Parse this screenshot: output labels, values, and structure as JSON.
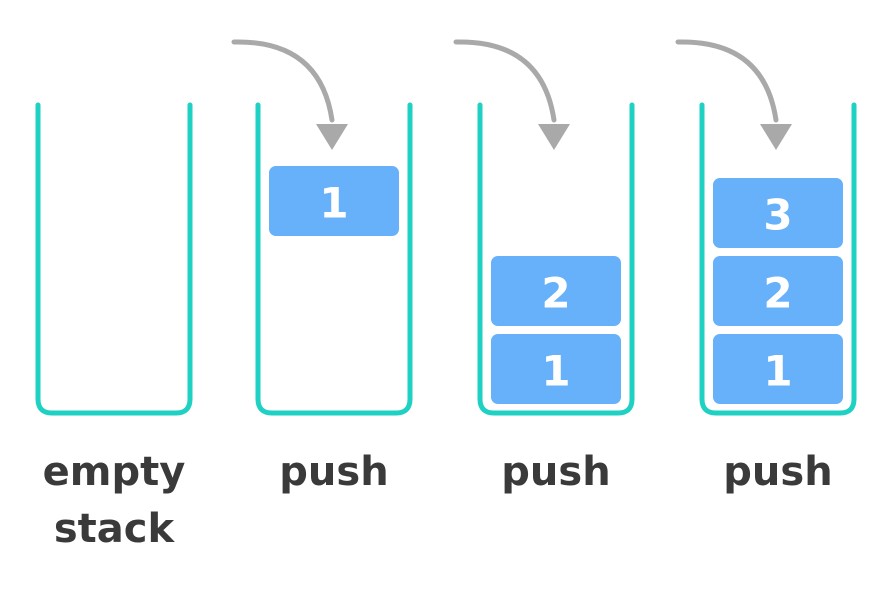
{
  "colors": {
    "container": "#1fd1c2",
    "block_fill": "#66b1fa",
    "block_text": "#ffffff",
    "arrow": "#a9a9a9",
    "caption": "#3a3a3a"
  },
  "stages": [
    {
      "caption_lines": [
        "empty",
        "stack"
      ],
      "has_arrow": false,
      "blocks": []
    },
    {
      "caption_lines": [
        "push"
      ],
      "has_arrow": true,
      "blocks": [
        "1"
      ]
    },
    {
      "caption_lines": [
        "push"
      ],
      "has_arrow": true,
      "blocks": [
        "1",
        "2"
      ]
    },
    {
      "caption_lines": [
        "push"
      ],
      "has_arrow": true,
      "blocks": [
        "1",
        "2",
        "3"
      ]
    }
  ]
}
